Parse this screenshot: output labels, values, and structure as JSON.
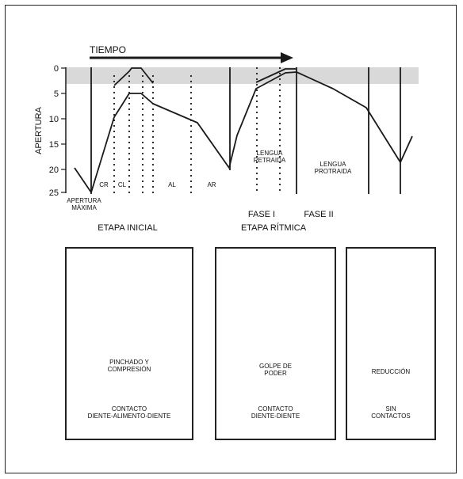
{
  "chart": {
    "time_label": "TIEMPO",
    "y_axis_label": "APERTURA",
    "y_ticks": [
      "0",
      "5",
      "10",
      "15",
      "20",
      "25"
    ],
    "phase_labels": {
      "cr": "CR",
      "cl": "CL",
      "al": "AL",
      "ar": "AR",
      "apertura_maxima": "APERTURA\nMÁXIMA",
      "lengua_retraida": "LENGUA\nRETRAIDA",
      "lengua_protraida": "LENGUA\nPROTRAIDA",
      "fase1": "FASE I",
      "fase2": "FASE II",
      "etapa_inicial": "ETAPA INICIAL",
      "etapa_ritmica": "ETAPA RÍTMICA"
    }
  },
  "panels": [
    {
      "action": "PINCHADO Y\nCOMPRESIÓN",
      "contact": "CONTACTO\nDIENTE-ALIMENTO-DIENTE"
    },
    {
      "action": "GOLPE DE\nPODER",
      "contact": "CONTACTO\nDIENTE-DIENTE"
    },
    {
      "action": "REDUCCIÓN",
      "contact": "SIN\nCONTACTOS"
    }
  ],
  "colors": {
    "line": "#1a1a1a",
    "band": "#d9d9d9",
    "food": "#b3b3b3"
  }
}
